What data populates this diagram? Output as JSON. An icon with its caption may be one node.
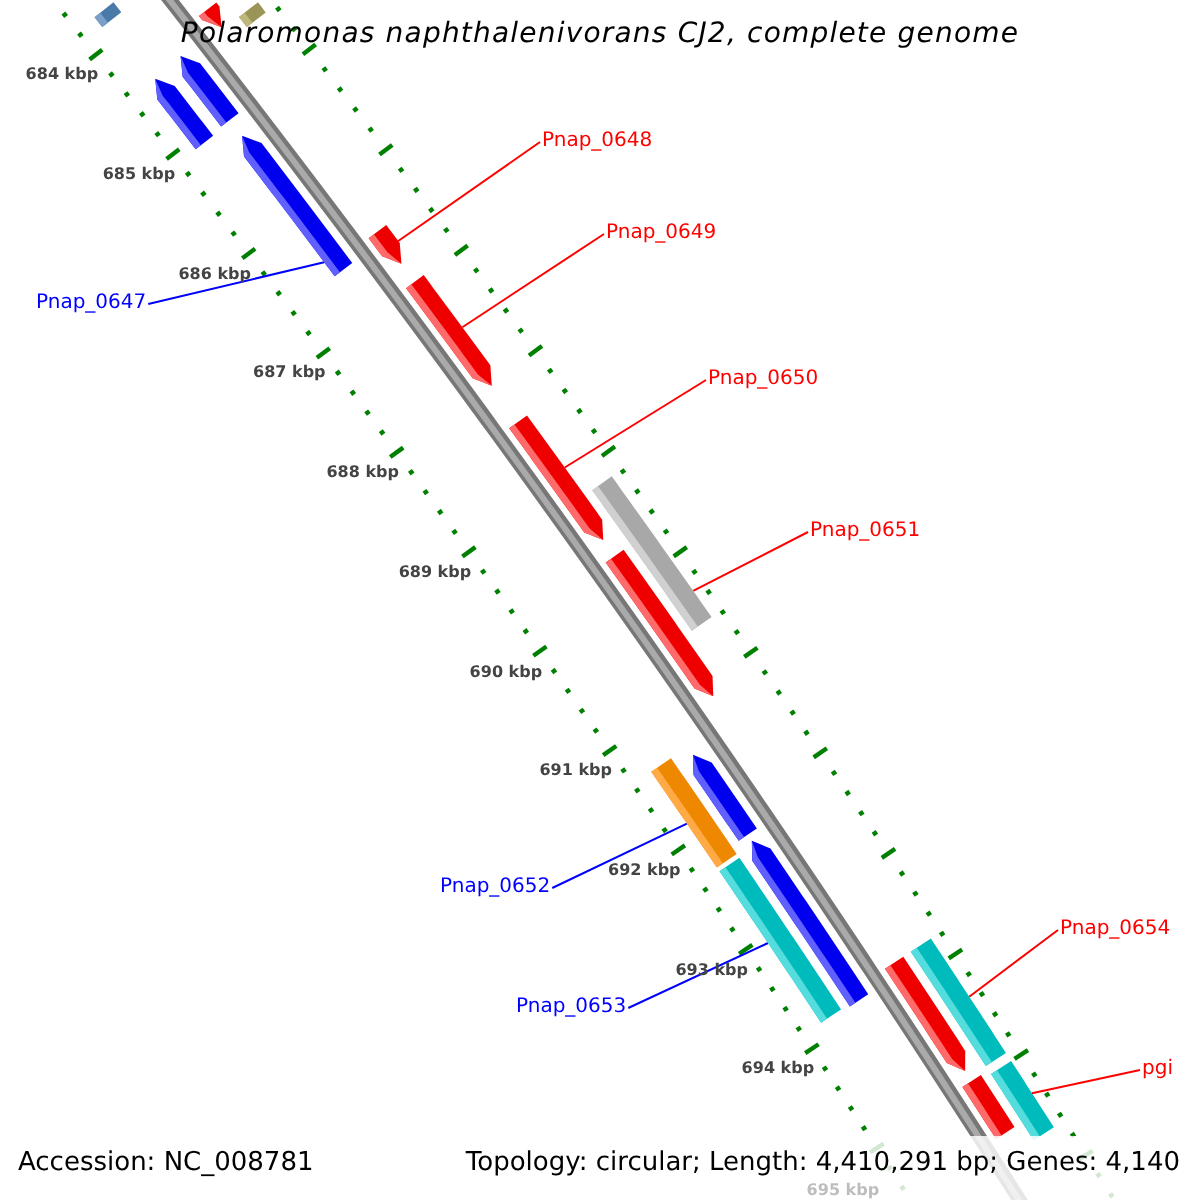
{
  "diagram": {
    "title": "Polaromonas naphthalenivorans CJ2, complete genome",
    "nodes": [
      {
        "text": [
          "Pnap_0648"
        ]
      },
      {
        "text": [
          "Pnap_0649"
        ]
      },
      {
        "text": [
          "Pnap_0647"
        ]
      },
      {
        "text": [
          "Pnap_0650"
        ]
      },
      {
        "text": [
          "Pnap_0651"
        ]
      },
      {
        "text": [
          "Pnap_0652"
        ]
      },
      {
        "text": [
          "Pnap_0654"
        ]
      },
      {
        "text": [
          "Pnap_0653"
        ]
      },
      {
        "text": [
          "pgi"
        ]
      },
      {
        "text": [],
        "shape": "bar"
      },
      {
        "text": [],
        "shape": "bar"
      },
      {
        "text": [],
        "shape": "bar"
      },
      {
        "text": [],
        "shape": "bar"
      },
      {
        "text": [],
        "shape": "bar"
      },
      {
        "text": [],
        "shape": "bar"
      },
      {
        "text": [],
        "shape": "bar"
      },
      {
        "text": [],
        "shape": "bar"
      },
      {
        "text": [],
        "shape": "bar"
      },
      {
        "text": [],
        "shape": "bar"
      },
      {
        "text": [],
        "shape": "bar"
      },
      {
        "text": [],
        "shape": "bar"
      },
      {
        "text": [],
        "shape": "bar"
      },
      {
        "text": [],
        "shape": "bar"
      },
      {
        "text": [],
        "shape": "bar"
      },
      {
        "text": [],
        "shape": "bar"
      },
      {
        "text": [],
        "shape": "bar"
      },
      {
        "text": [],
        "shape": "bar"
      }
    ],
    "edges": [
      {
        "from": 0,
        "to": 14,
        "arrow": "none"
      },
      {
        "from": 1,
        "to": 15,
        "arrow": "none"
      },
      {
        "from": 2,
        "to": 13,
        "arrow": "none",
        "color": "#0000ff"
      },
      {
        "from": 3,
        "to": 16,
        "arrow": "none"
      },
      {
        "from": 4,
        "to": 17,
        "arrow": "none"
      },
      {
        "from": 5,
        "to": 19,
        "arrow": "none",
        "color": "#0000ff"
      },
      {
        "from": 6,
        "to": 24,
        "arrow": "none"
      },
      {
        "from": 7,
        "to": 22,
        "arrow": "none",
        "color": "#0000ff"
      },
      {
        "from": 8,
        "to": 26,
        "arrow": "none"
      }
    ],
    "labels": [
      "684 kbp",
      "685 kbp",
      "686 kbp",
      "687 kbp",
      "688 kbp",
      "689 kbp",
      "690 kbp",
      "691 kbp",
      "692 kbp",
      "693 kbp",
      "694 kbp",
      "695 kbp",
      "Accession: NC_008781",
      "Topology: circular; Length: 4,410,291 bp; Genes: 4,140"
    ]
  }
}
